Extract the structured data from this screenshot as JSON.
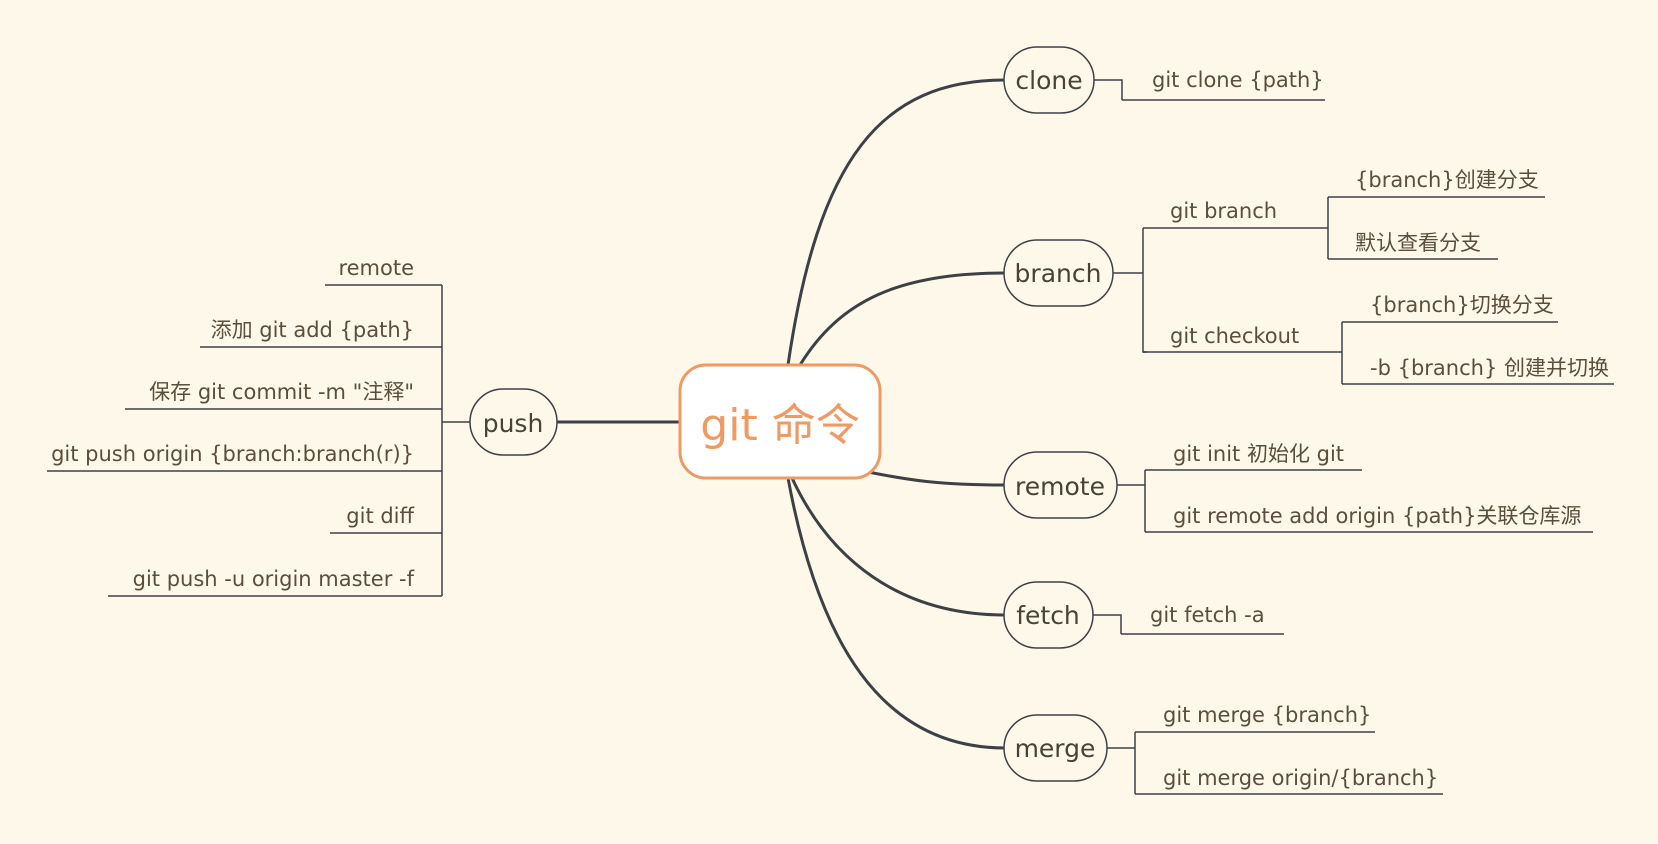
{
  "center": {
    "label": "git 命令"
  },
  "topics": {
    "clone": {
      "label": "clone",
      "items": [
        "git clone {path}"
      ]
    },
    "branch": {
      "label": "branch",
      "git_branch": {
        "label": "git branch",
        "items": [
          "{branch}创建分支",
          "默认查看分支"
        ]
      },
      "git_checkout": {
        "label": "git checkout",
        "items": [
          "{branch}切换分支",
          "-b {branch} 创建并切换"
        ]
      }
    },
    "remote": {
      "label": "remote",
      "items": [
        "git init 初始化 git",
        "git remote add  origin {path}关联仓库源"
      ]
    },
    "fetch": {
      "label": "fetch",
      "items": [
        "git fetch -a"
      ]
    },
    "merge": {
      "label": "merge",
      "items": [
        "git merge {branch}",
        "git merge origin/{branch}"
      ]
    },
    "push": {
      "label": "push",
      "items": [
        "remote",
        "添加 git add {path}",
        "保存 git commit -m  \"注释\"",
        "git push origin {branch:branch(r)}",
        "git diff",
        "git push -u origin master -f"
      ]
    }
  },
  "colors": {
    "background": "#fef8ea",
    "line": "#3d4146",
    "accent": "#ef9a62",
    "text": "#5b4e3c"
  }
}
